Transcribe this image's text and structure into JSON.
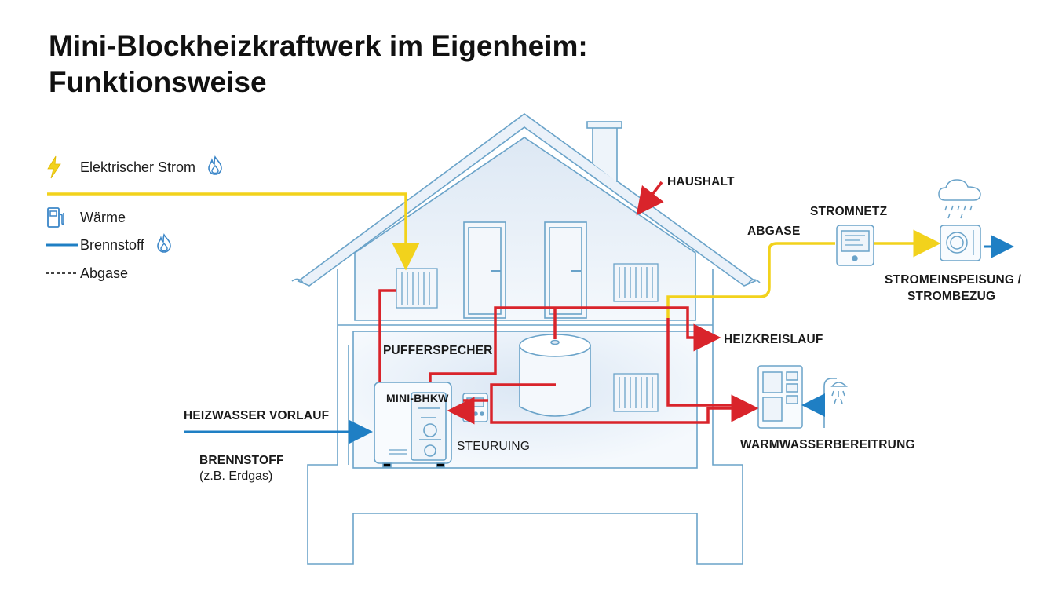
{
  "title": {
    "line1": "Mini-Blockheizkraftwerk im Eigenheim:",
    "line2": "Funktionsweise"
  },
  "legend": [
    {
      "label": "Elektrischer Strom",
      "icon": "lightning-icon"
    },
    {
      "label": "Wärme",
      "icon": "fuel-pump-icon"
    },
    {
      "label": "Brennstoff",
      "icon": "solid-line"
    },
    {
      "label": "Abgase",
      "icon": "dotted-line"
    }
  ],
  "labels": {
    "haushalt": "HAUSHALT",
    "stromnetz": "STROMNETZ",
    "abgase": "ABGASE",
    "einspeisung_line1": "STROMEINSPEISUNG /",
    "einspeisung_line2": "STROMBEZUG",
    "pufferspeicher": "PUFFERSPECHER",
    "heizkreislauf": "HEIZKREISLAUF",
    "mini_bhkw": "MINI-BHKW",
    "steuerung": "STEURUING",
    "heizwasser": "HEIZWASSER VORLAUF",
    "brennstoff": "BRENNSTOFF",
    "erdgas": "(z.B. Erdgas)",
    "warmwasser": "WARMWASSERBEREITRUNG"
  },
  "colors": {
    "strom": "#f2d21c",
    "waerme": "#d9242b",
    "brennstoff": "#1f7fc4",
    "outline": "#6aa3c9",
    "wall_fill": "#e9f0f8"
  }
}
